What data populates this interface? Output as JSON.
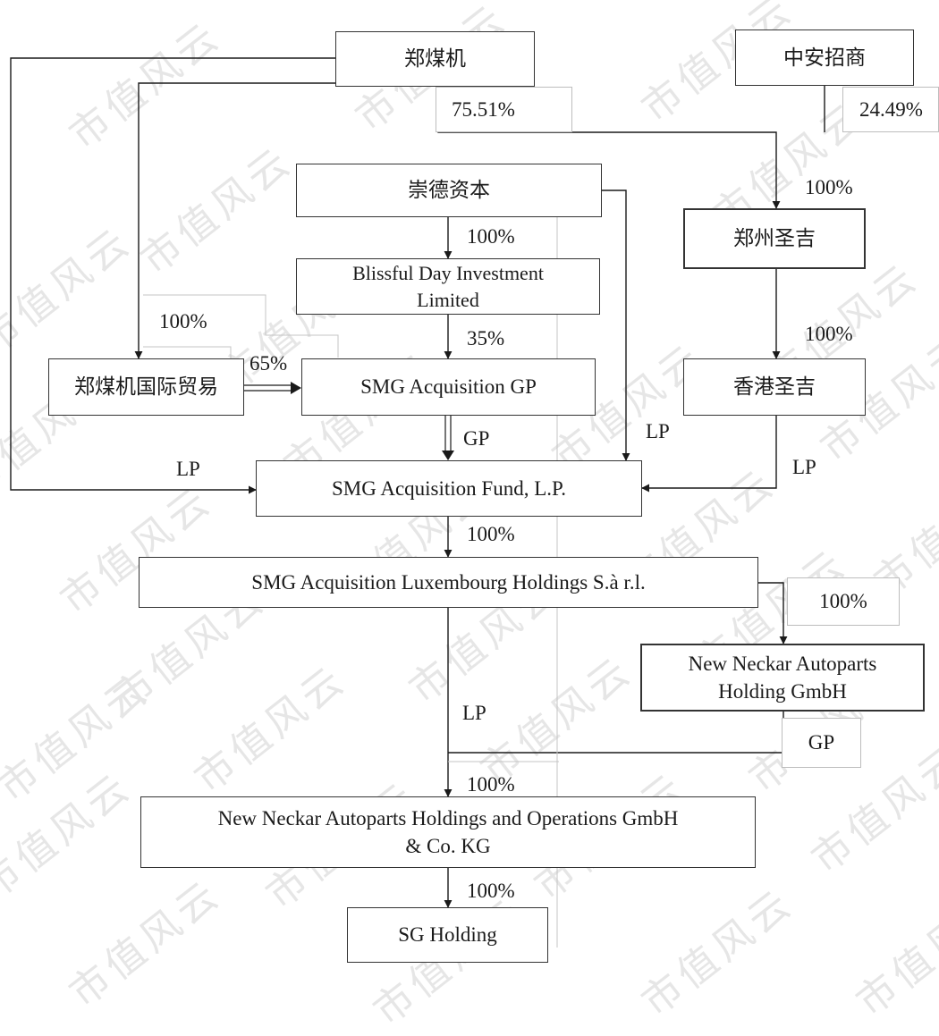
{
  "watermark": "市值风云",
  "entities": {
    "zmj": "郑煤机",
    "zhongan": "中安招商",
    "chongde": "崇德资本",
    "blissful": "Blissful Day Investment\nLimited",
    "zhengzhou_shengji": "郑州圣吉",
    "zmj_trade": "郑煤机国际贸易",
    "smg_gp": "SMG Acquisition GP",
    "hk_shengji": "香港圣吉",
    "smg_fund": "SMG Acquisition Fund, L.P.",
    "smg_lux": "SMG Acquisition Luxembourg Holdings S.à r.l.",
    "nn_holding": "New Neckar Autoparts\nHolding GmbH",
    "nn_ops": "New Neckar Autoparts Holdings and Operations GmbH\n& Co. KG",
    "sg_holding": "SG Holding"
  },
  "labels": {
    "zmj_pct": "75.51%",
    "zhongan_pct": "24.49%",
    "shengji_pct": "100%",
    "blissful_pct": "100%",
    "trade_pct": "100%",
    "gp_pct": "35%",
    "trade_gp_pct": "65%",
    "hk_pct": "100%",
    "gp_role": "GP",
    "chongde_lp": "LP",
    "zmj_lp": "LP",
    "hk_lp": "LP",
    "lux_pct": "100%",
    "nnh_pct": "100%",
    "lux_lp": "LP",
    "nnh_gp": "GP",
    "ops_pct": "100%",
    "sg_pct": "100%"
  }
}
